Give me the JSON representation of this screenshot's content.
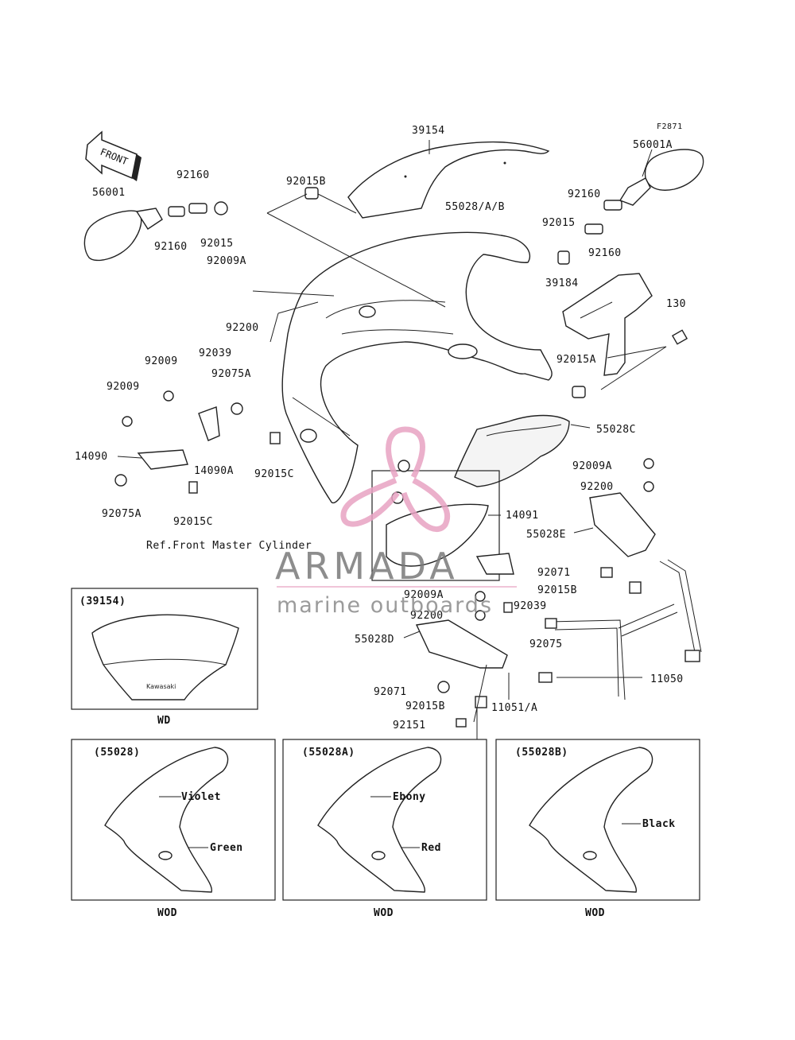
{
  "figure_code": "F2871",
  "front_arrow": "FRONT",
  "labels": {
    "p39154": "39154",
    "p56001A": "56001A",
    "p92160_top": "92160",
    "p56001": "56001",
    "p92015B_top": "92015B",
    "p55028AB": "55028/A/B",
    "p92160_r1": "92160",
    "p92015_r": "92015",
    "p92160_r2": "92160",
    "p92160_l": "92160",
    "p92015_l": "92015",
    "p92009A_top": "92009A",
    "p39184": "39184",
    "p130": "130",
    "p92200_top": "92200",
    "p92039_top": "92039",
    "p92015A": "92015A",
    "p92009_a": "92009",
    "p92075A_top": "92075A",
    "p92009_b": "92009",
    "p55028C": "55028C",
    "p14090": "14090",
    "p14090A": "14090A",
    "p92015C_mid": "92015C",
    "p92009A_r": "92009A",
    "p92200_r": "92200",
    "p92075A_bot": "92075A",
    "p92015C_bot": "92015C",
    "p14091": "14091",
    "p55028E": "55028E",
    "ref_master": "Ref.Front Master Cylinder",
    "p92071_r": "92071",
    "p92015B_r": "92015B",
    "p92009A_low": "92009A",
    "p92039_low": "92039",
    "p92200_low": "92200",
    "p55028D": "55028D",
    "p92075": "92075",
    "p11050": "11050",
    "p92071_low": "92071",
    "p92015B_low": "92015B",
    "p11051A": "11051/A",
    "p92151": "92151"
  },
  "inset_windshield": {
    "title": "(39154)",
    "decal": "Kawasaki",
    "caption": "WD"
  },
  "variants": [
    {
      "title": "(55028)",
      "colors": [
        "Violet",
        "Green"
      ],
      "caption": "WOD"
    },
    {
      "title": "(55028A)",
      "colors": [
        "Ebony",
        "Red"
      ],
      "caption": "WOD"
    },
    {
      "title": "(55028B)",
      "colors": [
        "Black"
      ],
      "caption": "WOD"
    }
  ],
  "watermark": {
    "brand": "ARMADA",
    "tagline": "marine outboards",
    "accent": "#e8a3c3"
  }
}
